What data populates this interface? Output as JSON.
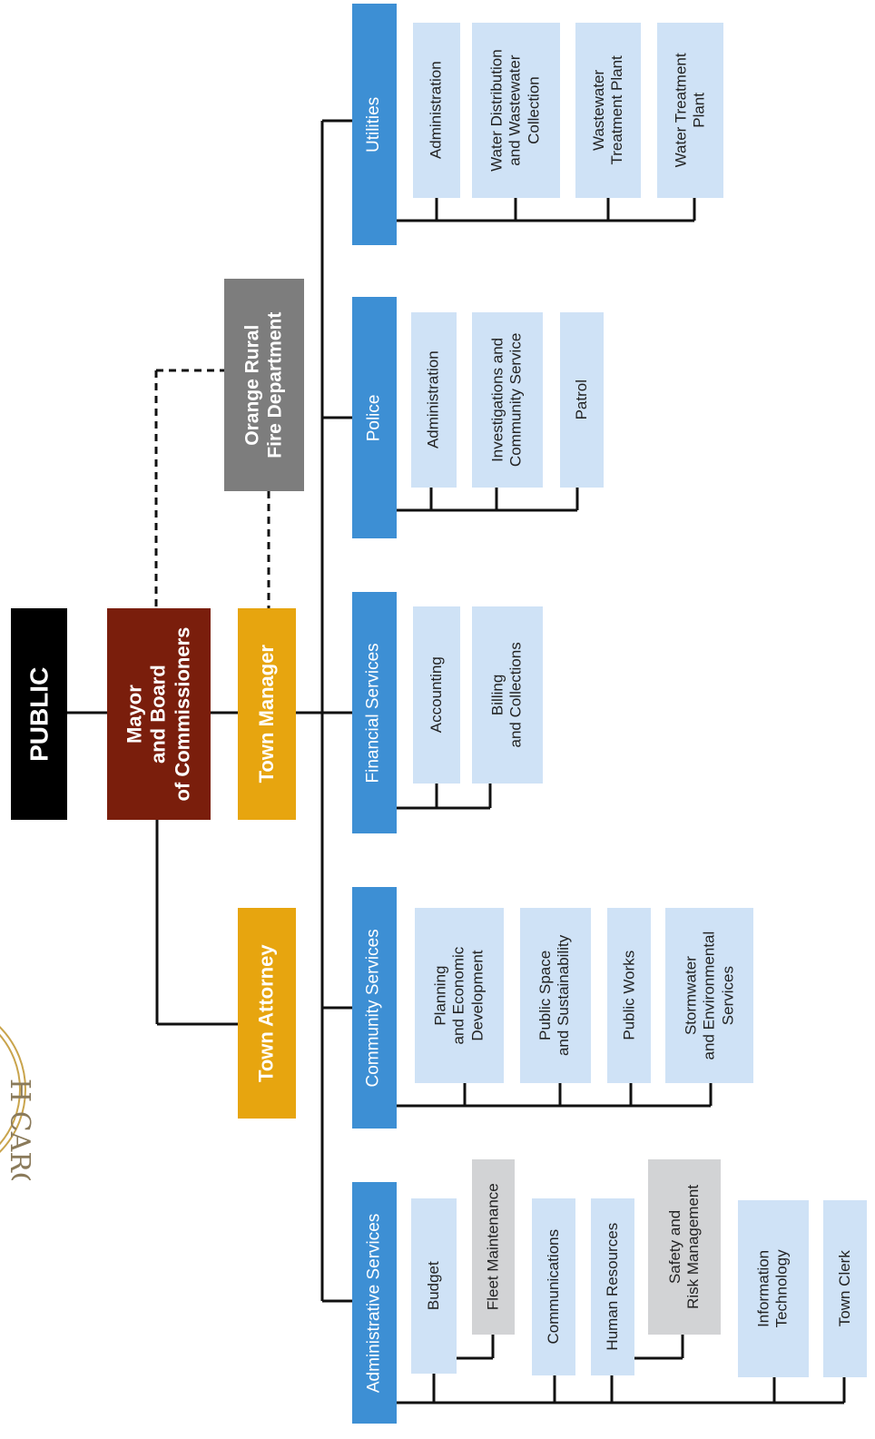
{
  "seal": {
    "text": "H CARO"
  },
  "nodes": {
    "public": "PUBLIC",
    "mayor": "Mayor\nand Board\nof Commissioners",
    "town_manager": "Town Manager",
    "town_attorney": "Town Attorney",
    "fire": "Orange Rural\nFire Department"
  },
  "departments": {
    "utilities": {
      "label": "Utilities",
      "units": [
        "Administration",
        "Water Distribution\nand Wastewater\nCollection",
        "Wastewater\nTreatment Plant",
        "Water Treatment\nPlant"
      ]
    },
    "police": {
      "label": "Police",
      "units": [
        "Administration",
        "Investigations and\nCommunity Service",
        "Patrol"
      ]
    },
    "financial": {
      "label": "Financial Services",
      "units": [
        "Accounting",
        "Billing\nand Collections"
      ]
    },
    "community": {
      "label": "Community Services",
      "units": [
        "Planning\nand Economic\nDevelopment",
        "Public Space\nand Sustainability",
        "Public Works",
        "Stormwater\nand Environmental\nServices"
      ]
    },
    "administrative": {
      "label": "Administrative Services",
      "units": [
        "Budget",
        "Fleet Maintenance",
        "Communications",
        "Human Resources",
        "Safety and\nRisk Management",
        "Information\nTechnology",
        "Town Clerk"
      ]
    }
  },
  "colors": {
    "public": "#000000",
    "mayor": "#7a1e0c",
    "town_staff": "#e7a50f",
    "fire": "#7d7d7d",
    "department": "#3d8fd4",
    "unit": "#cfe2f6",
    "external_unit": "#d2d3d5",
    "seal": "#c9a44c"
  },
  "icons": [
    "town-seal-icon"
  ]
}
